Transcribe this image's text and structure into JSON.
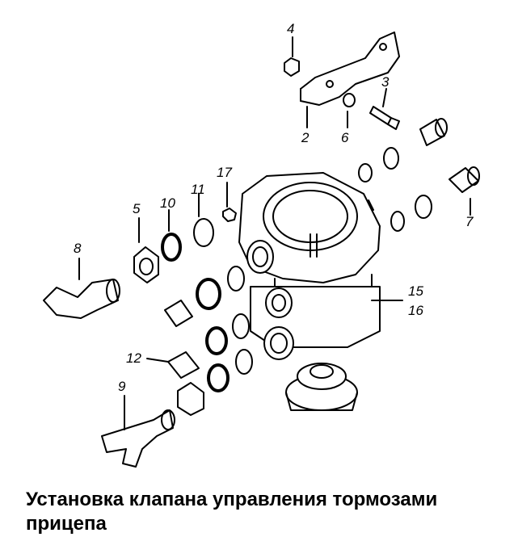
{
  "callouts": {
    "c4": "4",
    "c3": "3",
    "c2": "2",
    "c6": "6",
    "c17": "17",
    "c11": "11",
    "c10": "10",
    "c5": "5",
    "c7": "7",
    "c8": "8",
    "c15": "15",
    "c16": "16",
    "c12": "12",
    "c9": "9"
  },
  "caption": "Установка клапана управления тормозами прицепа",
  "colors": {
    "ink": "#000000",
    "paper": "#ffffff"
  }
}
